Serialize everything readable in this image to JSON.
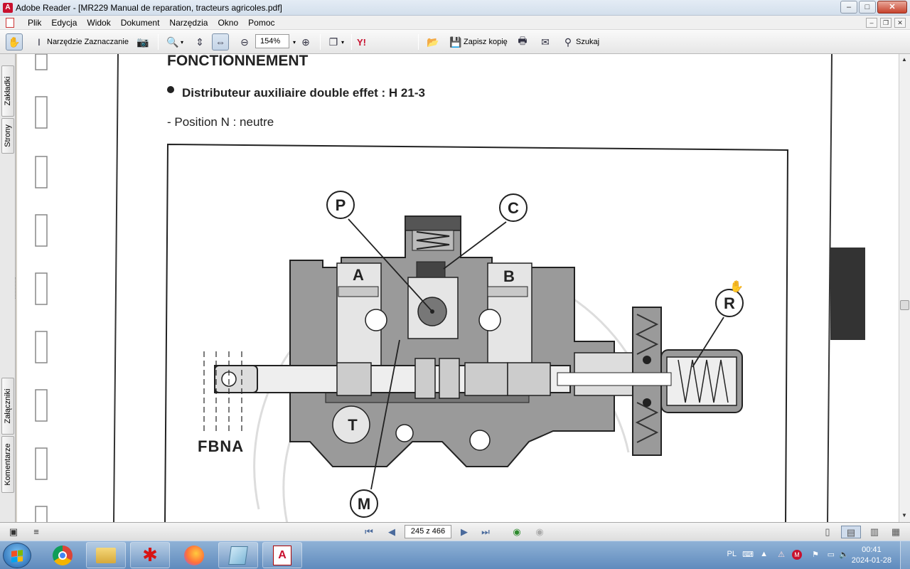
{
  "window": {
    "title": "Adobe Reader - [MR229 Manual de reparation, tracteurs agricoles.pdf]",
    "minimize": "–",
    "maximize": "□",
    "close": "✕"
  },
  "menubar": {
    "items": [
      "Plik",
      "Edycja",
      "Widok",
      "Dokument",
      "Narzędzia",
      "Okno",
      "Pomoc"
    ]
  },
  "toolbar": {
    "select_tool_label": "Narzędzie Zaznaczanie",
    "zoom_value": "154%",
    "save_copy_label": "Zapisz kopię",
    "search_label": "Szukaj",
    "yahoo_label": "Y!"
  },
  "navpane": {
    "tabs": [
      "Zakładki",
      "Strony",
      "Załączniki",
      "Komentarze"
    ]
  },
  "document": {
    "section_title": "FONCTIONNEMENT",
    "bullet_heading": "Distributeur auxiliaire double effet : H 21-3",
    "position_line": "-  Position N : neutre",
    "diagram_labels": {
      "P": "P",
      "C": "C",
      "A": "A",
      "B": "B",
      "R": "R",
      "T": "T",
      "M": "M",
      "positions": "FBNA"
    }
  },
  "statusbar": {
    "page_display": "245 z 466"
  },
  "taskbar": {
    "lang": "PL",
    "time": "00:41",
    "date": "2024-01-28"
  },
  "colors": {
    "accent": "#1d5fa8",
    "diagram_fill": "#9a9a9a",
    "dark_fill": "#3a3a3a"
  }
}
